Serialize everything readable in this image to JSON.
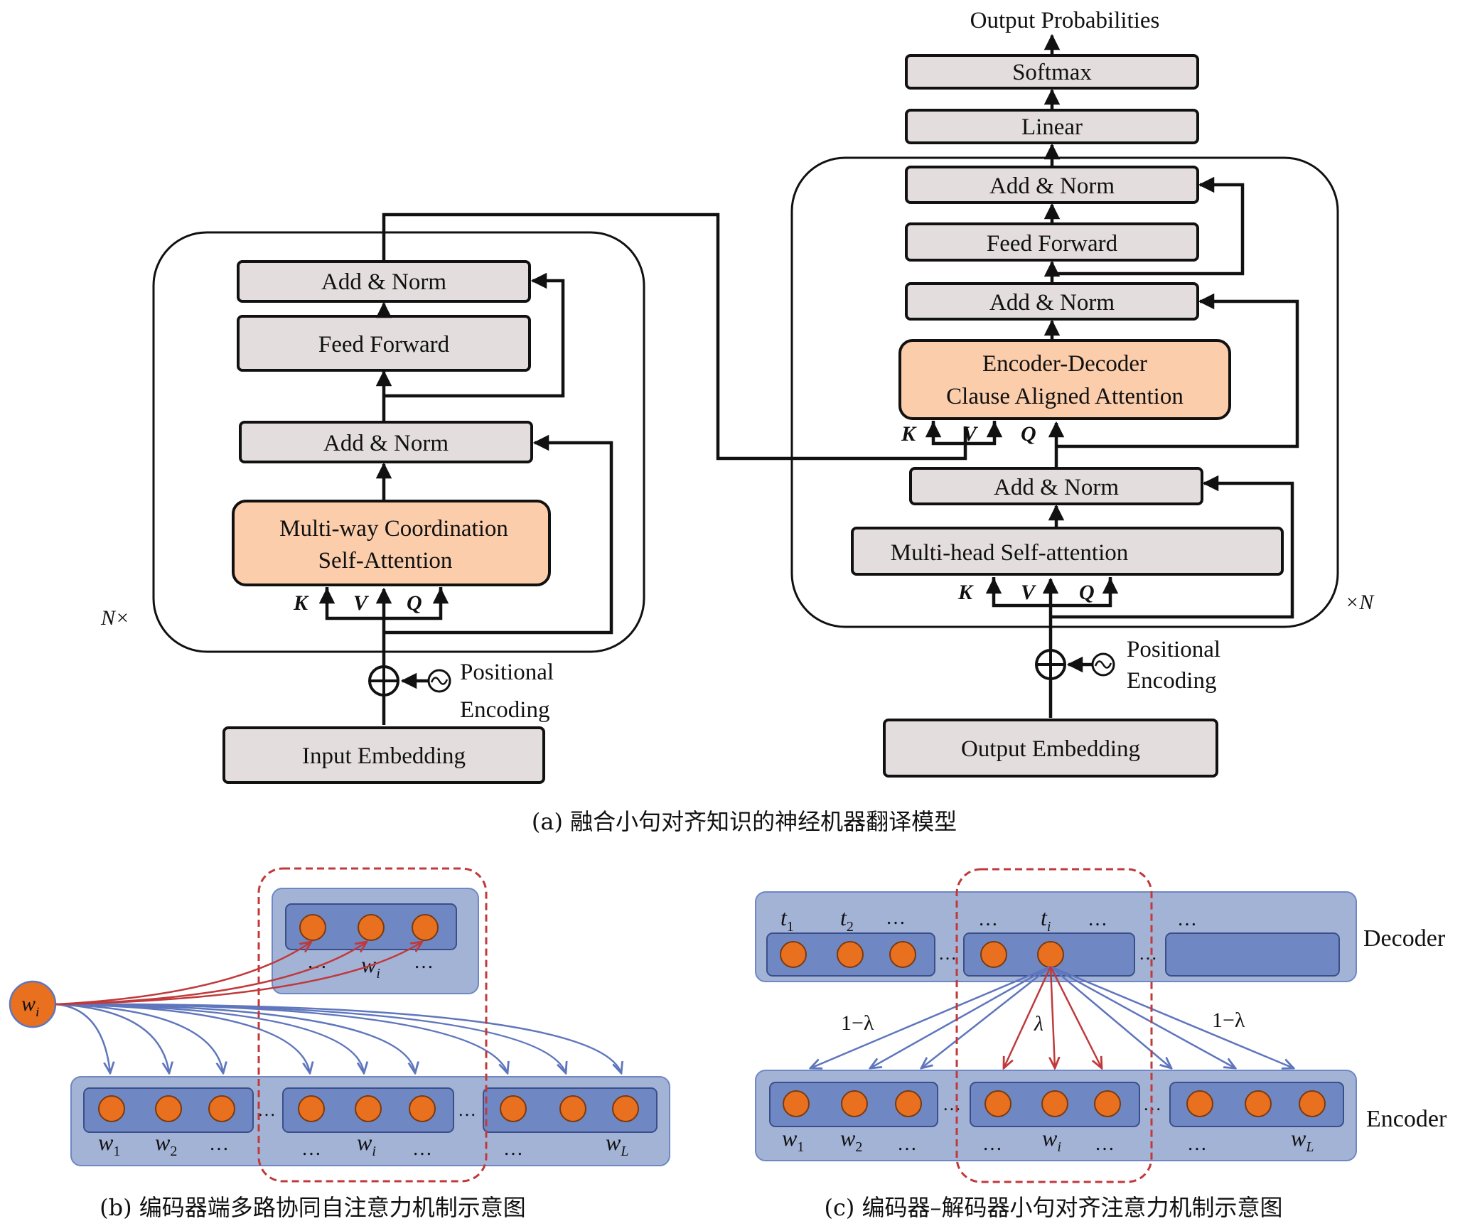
{
  "colors": {
    "gray_box": "#e3dedd",
    "orange_box": "#fbcdab",
    "panel_blue": "#a3b3d6",
    "inner_blue": "#6f88c3",
    "node_orange": "#e8701f",
    "arrow_blue": "#5f76bd",
    "arrow_red": "#c0393b",
    "dashed_red": "#c0393b"
  },
  "encoder": {
    "add_norm_top": "Add & Norm",
    "feed_forward": "Feed  Forward",
    "add_norm_bottom": "Add & Norm",
    "attention_line1": "Multi-way Coordination",
    "attention_line2": "Self-Attention",
    "k": "K",
    "v": "V",
    "q": "Q",
    "n_times": "N×",
    "pos_enc_line1": "Positional",
    "pos_enc_line2": "Encoding",
    "input_embedding": "Input Embedding"
  },
  "decoder": {
    "output_probabilities": "Output Probabilities",
    "softmax": "Softmax",
    "linear": "Linear",
    "add_norm_top": "Add & Norm",
    "feed_forward": "Feed  Forward",
    "add_norm_mid": "Add & Norm",
    "cross_attention_line1": "Encoder-Decoder",
    "cross_attention_line2": "Clause Aligned Attention",
    "cross_k": "K",
    "cross_v": "V",
    "cross_q": "Q",
    "add_norm_bottom": "Add & Norm",
    "self_attention": "Multi-head Self-attention",
    "self_k": "K",
    "self_v": "V",
    "self_q": "Q",
    "times_n": "×N",
    "pos_enc_line1": "Positional",
    "pos_enc_line2": "Encoding",
    "output_embedding": "Output Embedding"
  },
  "caption_a": "(a) 融合小句对齐知识的神经机器翻译模型",
  "panel_b": {
    "source_node": "w",
    "source_sub": "i",
    "top_dots_left": "…",
    "top_w": "w",
    "top_w_sub": "i",
    "top_dots_right": "…",
    "w1": "w",
    "w1_sub": "1",
    "w2": "w",
    "w2_sub": "2",
    "dots1": "…",
    "sep_dots": "…",
    "mid_dots_left": "…",
    "wi": "w",
    "wi_sub": "i",
    "mid_dots_right": "…",
    "right_dots": "…",
    "wL": "w",
    "wL_sub": "L",
    "caption": "(b) 编码器端多路协同自注意力机制示意图"
  },
  "panel_c": {
    "t1": "t",
    "t1_sub": "1",
    "t2": "t",
    "t2_sub": "2",
    "tdots": "…",
    "mid_dots_left": "…",
    "ti": "t",
    "ti_sub": "i",
    "mid_dots_right": "…",
    "right_dots": "…",
    "sep_dots": "…",
    "decoder_label": "Decoder",
    "encoder_label": "Encoder",
    "one_minus_lambda": "1−λ",
    "lambda": "λ",
    "w1": "w",
    "w1_sub": "1",
    "w2": "w",
    "w2_sub": "2",
    "wdots": "…",
    "mid_w_dots_left": "…",
    "wi": "w",
    "wi_sub": "i",
    "mid_w_dots_right": "…",
    "right_w_dots": "…",
    "wL": "w",
    "wL_sub": "L",
    "caption": "(c) 编码器–解码器小句对齐注意力机制示意图"
  }
}
